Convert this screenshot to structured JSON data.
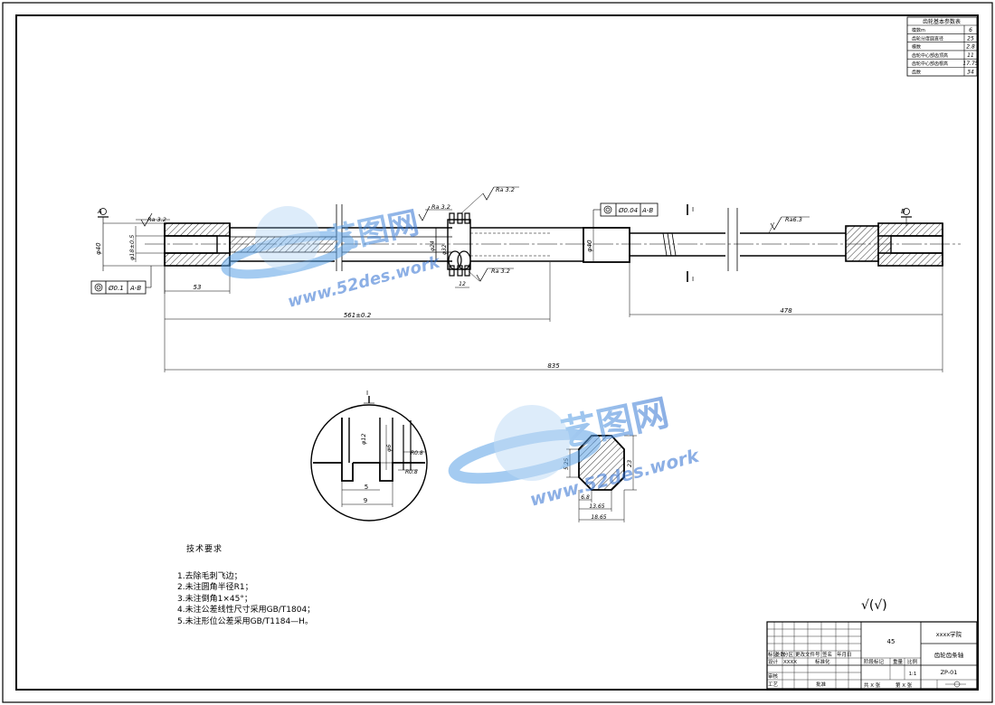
{
  "gear_params": {
    "title": "齿轮基本参数表",
    "rows": [
      {
        "label": "模数m",
        "value": "6"
      },
      {
        "label": "齿轮分度圆直径",
        "value": "25"
      },
      {
        "label": "模数",
        "value": "2.8"
      },
      {
        "label": "齿轮中心部齿顶高",
        "value": "11"
      },
      {
        "label": "齿轮中心部齿根高",
        "value": "17.75"
      },
      {
        "label": "齿数",
        "value": "34"
      }
    ]
  },
  "dimensions": {
    "d_left_outer": "φ40",
    "d_left_bore": "φ18±0.5",
    "len_53": "53",
    "len_561": "561±0.2",
    "len_478": "478",
    "len_total": "835",
    "d_mid": "φ40",
    "d_gear_1": "φ24",
    "d_gear_2": "φ32",
    "gear_width": "12"
  },
  "surface_marks": {
    "ra_left": "Ra 3.2",
    "ra_gear_top": "Ra 3.2",
    "ra_gear_small": "Ra 3.2",
    "ra_gear_right": "Ra 3.2",
    "ra_shaft": "Ra6.3",
    "ra_root": "R0.8",
    "ra_root2": "R0.8"
  },
  "tolerance_frames": {
    "left": {
      "value": "0.1",
      "datum": "A-B"
    },
    "right": {
      "value": "0.04",
      "datum": "A-B"
    }
  },
  "datums": {
    "left": "A",
    "right": "B"
  },
  "section_labels": {
    "cut": "I",
    "detail": "I"
  },
  "detail_view": {
    "d1": "φ12",
    "d2": "φ6",
    "w1": "5",
    "w2": "9"
  },
  "hex_section": {
    "h1": "5.25",
    "h2": "23",
    "w1": "6.8",
    "w2": "13.65",
    "w3": "18.65"
  },
  "tech_requirements": {
    "title": "技术要求",
    "items": [
      {
        "num": "1.",
        "text": "去除毛刺飞边；"
      },
      {
        "num": "2.",
        "text": "未注圆角半径R1；"
      },
      {
        "num": "3.",
        "text": "未注倒角1×45°；"
      },
      {
        "num": "4.",
        "text": "未注公差线性尺寸采用GB/T1804；"
      },
      {
        "num": "5.",
        "text": "未注形位公差采用GB/T1184—H。"
      }
    ]
  },
  "roughness_note": "√(√)",
  "title_block": {
    "material": "45",
    "school": "xxxx学院",
    "part_name": "齿轮齿条轴",
    "drawing_no": "ZP-01",
    "scale_label": "比例",
    "scale": "1:1",
    "weight_label": "重量",
    "stage_label": "阶段标记",
    "design_label": "设计",
    "designer": "XXXX",
    "standardize_label": "标准化",
    "review_label": "审核",
    "process_label": "工艺",
    "approve_label": "批准",
    "sheet_total": "共 X 张",
    "sheet_no": "第 X 张",
    "mark_label": "标记",
    "count_label": "处数",
    "zone_label": "分区",
    "change_label": "更改文件号",
    "sign_label": "签名",
    "date_label": "年月日"
  },
  "watermark": {
    "brand": "艺图网",
    "url": "www.52des.work"
  }
}
